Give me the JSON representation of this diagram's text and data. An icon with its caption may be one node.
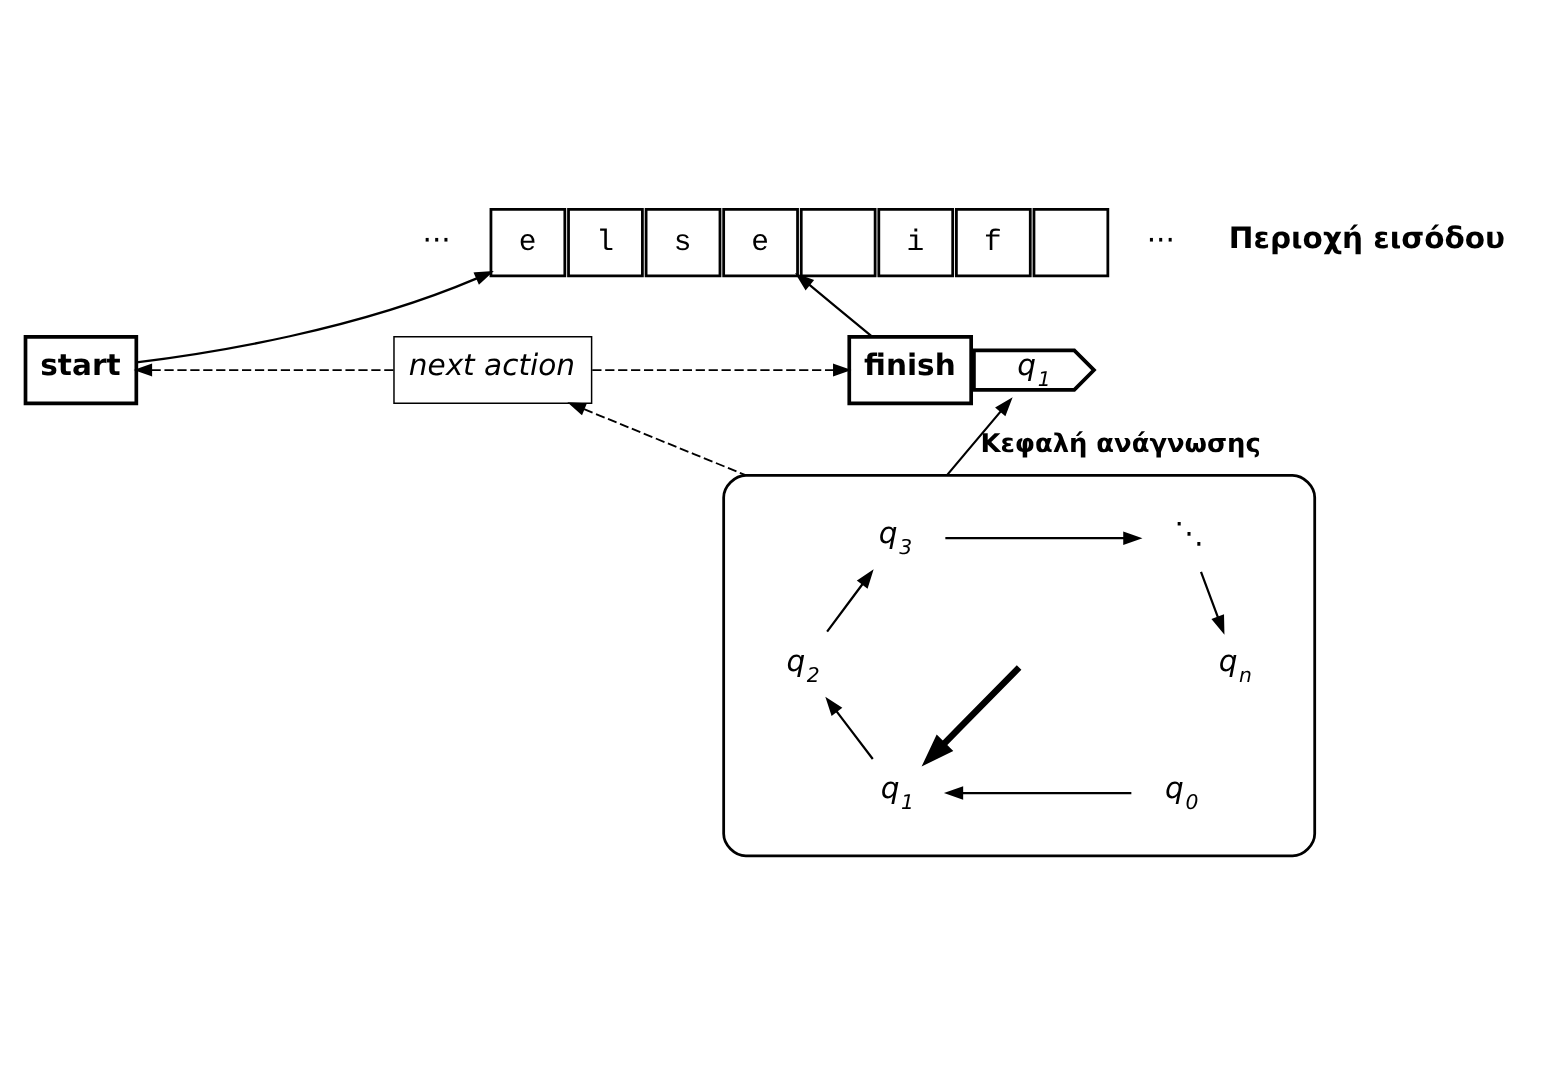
{
  "diagram": {
    "nodes": [
      {
        "text": [
          "e"
        ]
      },
      {
        "text": [
          "l"
        ]
      },
      {
        "text": [
          "s"
        ]
      },
      {
        "text": [
          "e"
        ]
      },
      {
        "text": [],
        "shape": "box"
      },
      {
        "text": [
          "i"
        ]
      },
      {
        "text": [
          "f"
        ]
      },
      {
        "text": [],
        "shape": "box"
      },
      {
        "text": [
          "q$_{1}$"
        ]
      },
      {
        "text": [
          "start"
        ]
      },
      {
        "text": [
          "next action"
        ]
      },
      {
        "text": [
          "finish"
        ]
      },
      {
        "text": [],
        "shape": "box"
      },
      {
        "text": [
          "q$_{3}$"
        ],
        "in": 12
      },
      {
        "text": [
          "⋱"
        ],
        "in": 12
      },
      {
        "text": [
          "q$_{2}$"
        ],
        "in": 12
      },
      {
        "text": [
          "q$_{n}$"
        ],
        "in": 12
      },
      {
        "text": [
          "q$_{1}$"
        ],
        "in": 12
      },
      {
        "text": [
          "q$_{0}$"
        ],
        "in": 12
      }
    ],
    "edges": [
      {
        "from": 9,
        "to": 0,
        "arrow": "to"
      },
      {
        "from": 11,
        "to": 3,
        "arrow": "to"
      },
      {
        "from": 12,
        "to": 8,
        "arrow": "to",
        "label": "Κεφαλή ανάγνωσης"
      },
      {
        "from": 10,
        "to": 9,
        "arrow": "to",
        "style": "dashed"
      },
      {
        "from": 10,
        "to": 11,
        "arrow": "to",
        "style": "dashed"
      },
      {
        "from": 12,
        "to": 10,
        "arrow": "to",
        "style": "dashed"
      },
      {
        "from": 13,
        "to": 14,
        "arrow": "to"
      },
      {
        "from": 14,
        "to": 16,
        "arrow": "to"
      },
      {
        "from": 15,
        "to": 13,
        "arrow": "to"
      },
      {
        "from": 17,
        "to": 15,
        "arrow": "to"
      },
      {
        "from": 18,
        "to": 17,
        "arrow": "to"
      },
      {
        "from": null,
        "to": 17,
        "arrow": "to",
        "style": "thick"
      }
    ],
    "labels": [
      "···",
      "···",
      "Περιοχή εισόδου"
    ]
  }
}
